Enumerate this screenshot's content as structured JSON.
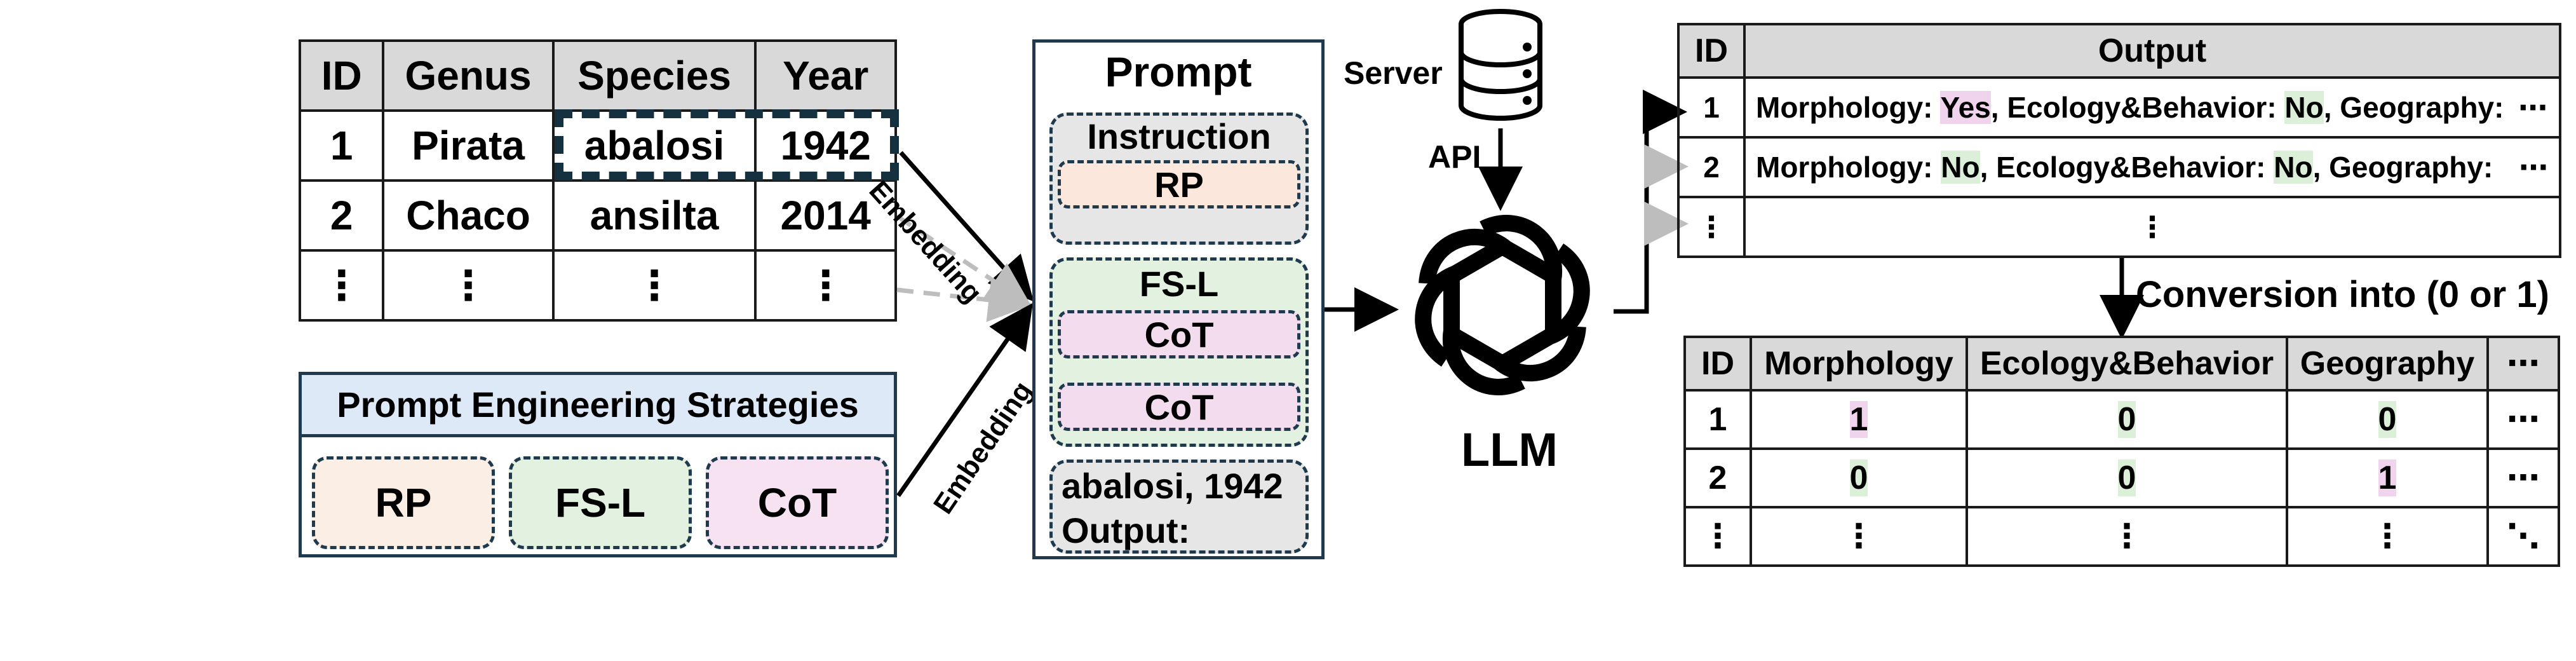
{
  "data_table": {
    "headers": [
      "ID",
      "Genus",
      "Species",
      "Year"
    ],
    "rows": [
      [
        "1",
        "Pirata",
        "abalosi",
        "1942"
      ],
      [
        "2",
        "Chaco",
        "ansilta",
        "2014"
      ],
      [
        "⋮",
        "⋮",
        "⋮",
        "⋮"
      ]
    ]
  },
  "strategies": {
    "title": "Prompt Engineering Strategies",
    "items": [
      "RP",
      "FS-L",
      "CoT"
    ]
  },
  "embedding_label": "Embedding",
  "prompt": {
    "title": "Prompt",
    "instruction_label": "Instruction",
    "instruction_rp": "RP",
    "fsl_label": "FS-L",
    "cot_1": "CoT",
    "cot_2": "CoT",
    "input_line1": "abalosi, 1942",
    "input_line2": "Output:"
  },
  "server_label": "Server",
  "api_label": "API",
  "llm_label": "LLM",
  "output_table": {
    "headers": [
      "ID",
      "Output"
    ],
    "rows": [
      {
        "id": "1",
        "parts": [
          "Morphology: ",
          "Yes",
          ", Ecology&Behavior: ",
          "No",
          ", Geography: ",
          "⋯"
        ]
      },
      {
        "id": "2",
        "parts": [
          "Morphology: ",
          "No",
          ", Ecology&Behavior: ",
          "No",
          ", Geography: ",
          "⋯"
        ]
      },
      {
        "id": "⋮",
        "parts": [
          "⋮"
        ]
      }
    ]
  },
  "conversion_label": "Conversion into (0 or 1)",
  "binary_table": {
    "headers": [
      "ID",
      "Morphology",
      "Ecology&Behavior",
      "Geography",
      "⋯"
    ],
    "rows": [
      [
        "1",
        "1",
        "0",
        "0",
        "⋯"
      ],
      [
        "2",
        "0",
        "0",
        "1",
        "⋯"
      ],
      [
        "⋮",
        "⋮",
        "⋮",
        "⋮",
        "⋱"
      ]
    ]
  },
  "colors": {
    "highlight_yes": "#f0d3ec",
    "highlight_no": "#dcf0d9",
    "rp_fill": "#fbe7dc",
    "fsl_fill": "#e3f1e1",
    "cot_fill": "#f3dcee",
    "box_border": "#1f3a4d"
  }
}
